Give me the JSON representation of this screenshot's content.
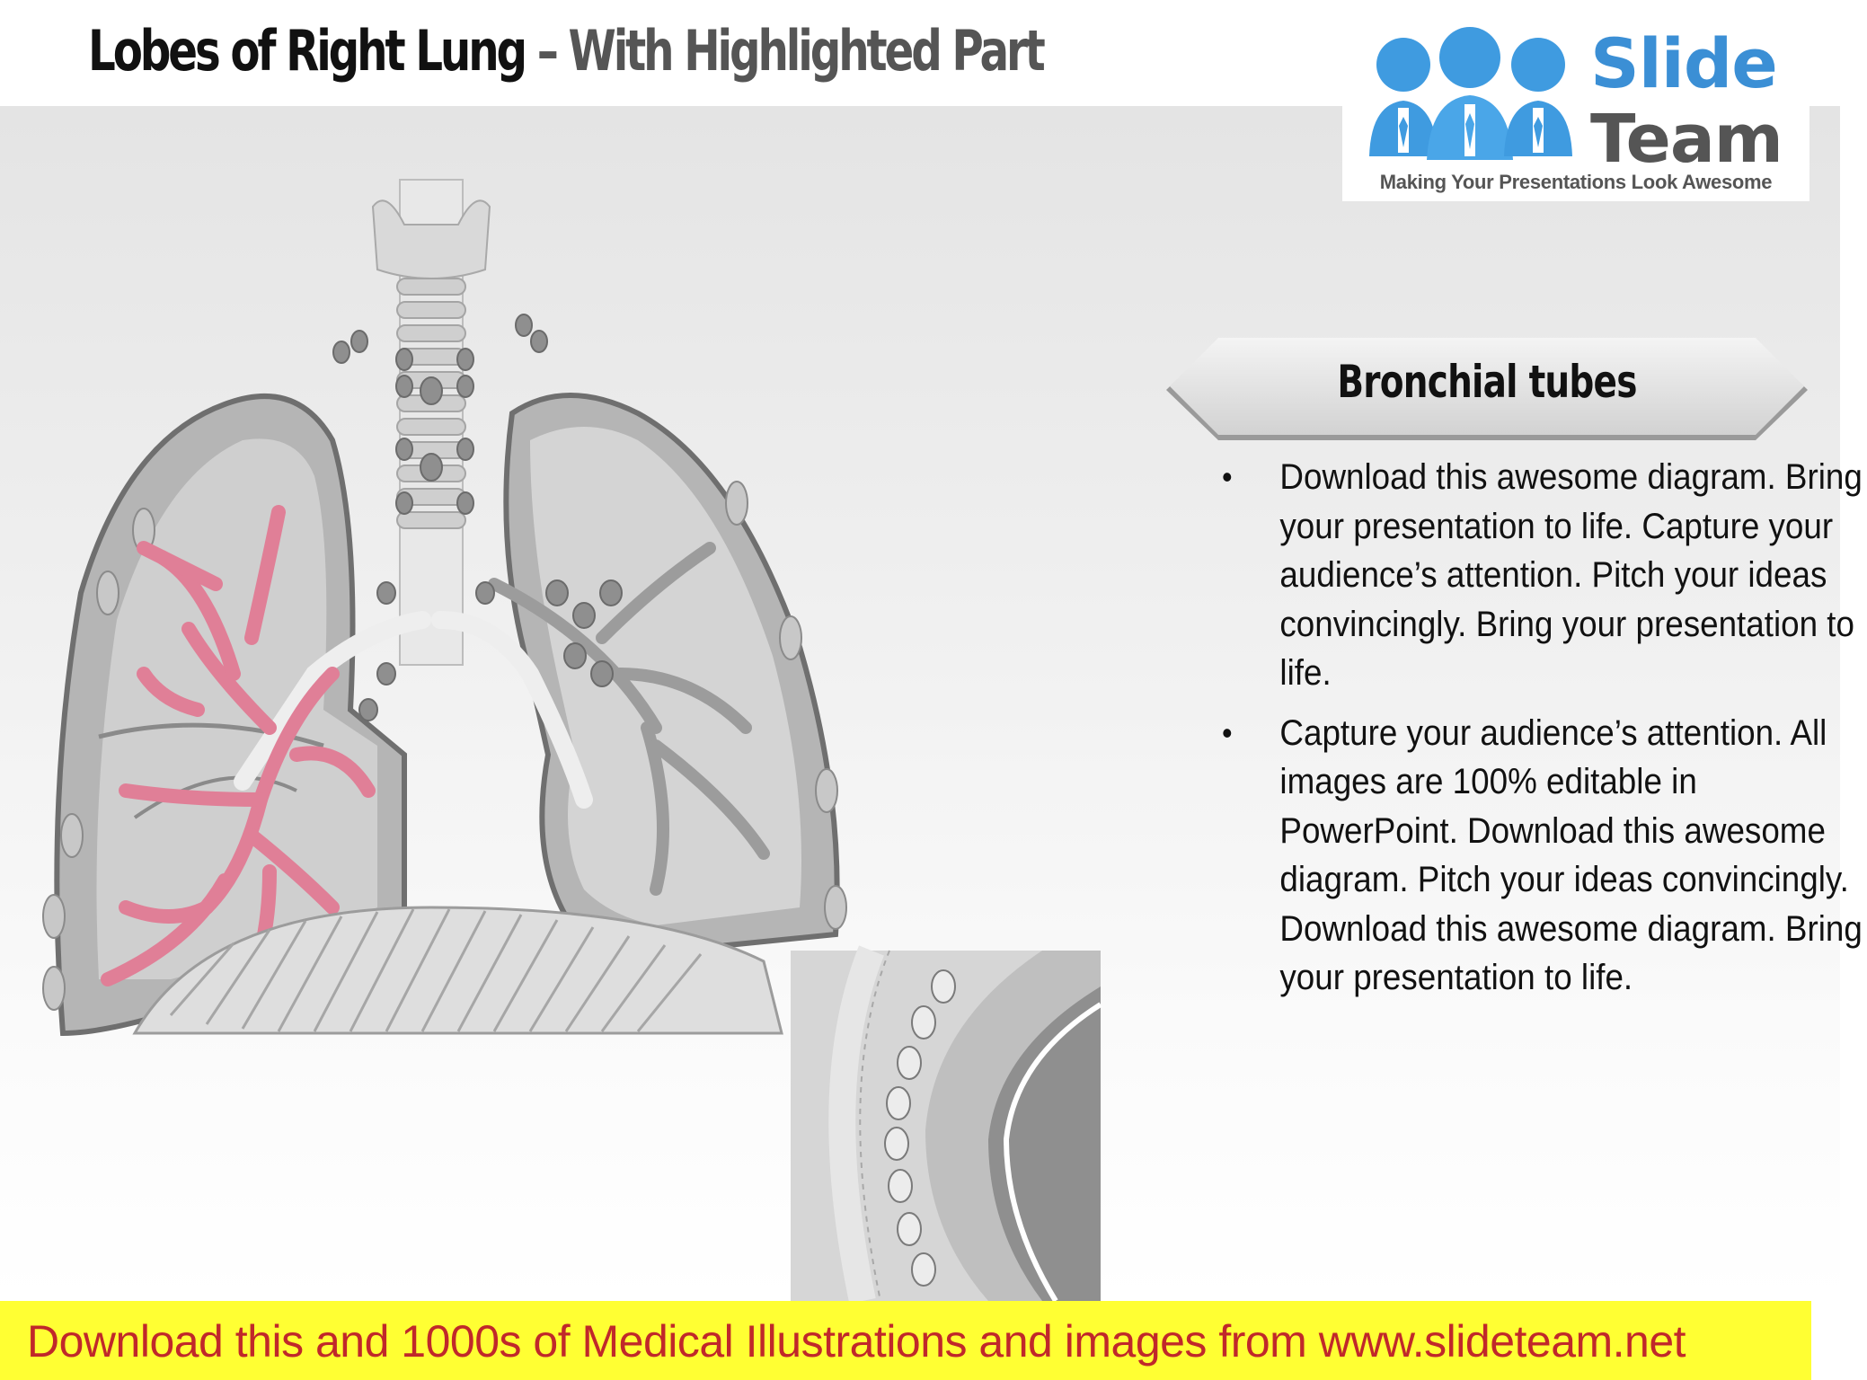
{
  "header": {
    "title_main": "Lobes of Right Lung",
    "title_sep": " – ",
    "title_highlight": "With Highlighted Part"
  },
  "logo": {
    "line1": "Slide",
    "line2": "Team",
    "tagline": "Making Your Presentations Look Awesome",
    "colors": {
      "blue": "#3b8fd5",
      "gray": "#555555"
    }
  },
  "section": {
    "heading": "Bronchial tubes",
    "bullets": [
      "Download this awesome diagram. Bring your presentation to life. Capture your audience’s attention. Pitch your ideas convincingly. Bring your presentation to life.",
      "Capture your audience’s attention. All images are 100% editable in PowerPoint. Download this awesome diagram. Pitch your ideas convincingly. Download this awesome diagram. Bring your presentation to life."
    ]
  },
  "footer": {
    "text": "Download this and 1000s of Medical Illustrations and images from www.slideteam.net",
    "background": "#ffff33",
    "text_color": "#c0282a"
  },
  "illustration": {
    "highlight_color": "#e07f97",
    "tissue_color": "#b8b8b8"
  }
}
